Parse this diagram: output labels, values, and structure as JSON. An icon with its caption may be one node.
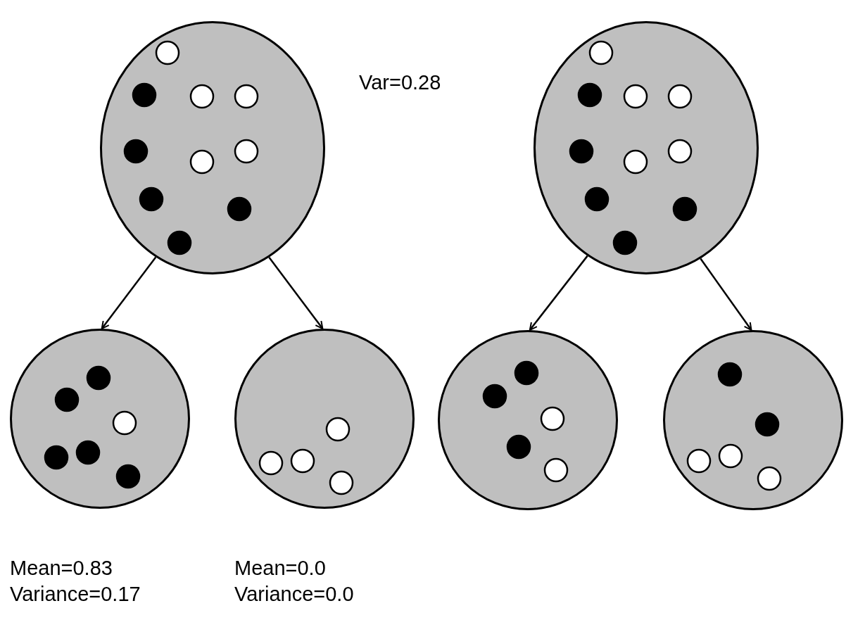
{
  "diagram": {
    "nodes": [
      {
        "text": [],
        "shape": "circle"
      },
      {
        "text": [],
        "shape": "circle",
        "beside": [
          "Mean=0.83",
          "Variance=0.17"
        ]
      },
      {
        "text": [],
        "shape": "circle",
        "beside": [
          "Mean=0.0",
          "Variance=0.0"
        ]
      },
      {
        "text": [],
        "shape": "circle"
      },
      {
        "text": [],
        "shape": "circle"
      },
      {
        "text": [],
        "shape": "circle"
      }
    ],
    "edges": [
      {
        "from": 0,
        "to": 1,
        "arrow": "to"
      },
      {
        "from": 0,
        "to": 2,
        "arrow": "to"
      },
      {
        "from": 3,
        "to": 4,
        "arrow": "to"
      },
      {
        "from": 3,
        "to": 5,
        "arrow": "to"
      }
    ],
    "labels": [
      "Var=0.28"
    ]
  }
}
